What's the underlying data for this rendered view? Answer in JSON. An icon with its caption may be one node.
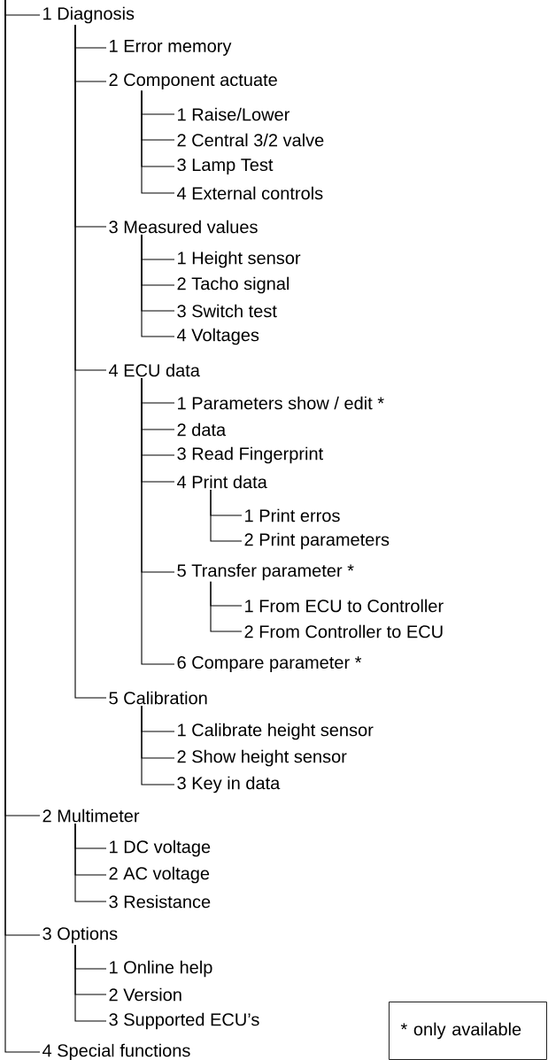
{
  "diagram": {
    "nodes": [
      {
        "text": [
          "1 Diagnosis"
        ]
      },
      {
        "text": [
          "1 Error memory"
        ]
      },
      {
        "text": [
          "2 Component actuate"
        ]
      },
      {
        "text": [
          "1 Raise/Lower"
        ]
      },
      {
        "text": [
          "2 Central 3/2 valve"
        ]
      },
      {
        "text": [
          "3 Lamp Test"
        ]
      },
      {
        "text": [
          "4 External controls"
        ]
      },
      {
        "text": [
          "3 Measured values"
        ]
      },
      {
        "text": [
          "1 Height sensor"
        ]
      },
      {
        "text": [
          "2 Tacho signal"
        ]
      },
      {
        "text": [
          "3 Switch test"
        ]
      },
      {
        "text": [
          "4 Voltages"
        ]
      },
      {
        "text": [
          "4 ECU data"
        ]
      },
      {
        "text": [
          "1 Parameters show / edit *"
        ]
      },
      {
        "text": [
          "2 data"
        ]
      },
      {
        "text": [
          "3 Read Fingerprint"
        ]
      },
      {
        "text": [
          "4 Print data"
        ]
      },
      {
        "text": [
          "1 Print erros"
        ]
      },
      {
        "text": [
          "2 Print parameters"
        ]
      },
      {
        "text": [
          "5 Transfer parameter *"
        ]
      },
      {
        "text": [
          "1 From ECU to Controller"
        ]
      },
      {
        "text": [
          "2 From Controller to ECU"
        ]
      },
      {
        "text": [
          "6 Compare parameter *"
        ]
      },
      {
        "text": [
          "5 Calibration"
        ]
      },
      {
        "text": [
          "1 Calibrate height sensor"
        ]
      },
      {
        "text": [
          "2 Show height sensor"
        ]
      },
      {
        "text": [
          "3 Key in data"
        ]
      },
      {
        "text": [
          "2 Multimeter"
        ]
      },
      {
        "text": [
          "1 DC voltage"
        ]
      },
      {
        "text": [
          "2 AC voltage"
        ]
      },
      {
        "text": [
          "3 Resistance"
        ]
      },
      {
        "text": [
          "3 Options"
        ]
      },
      {
        "text": [
          "1 Online help"
        ]
      },
      {
        "text": [
          "2 Version"
        ]
      },
      {
        "text": [
          "3 Supported ECU’s"
        ]
      },
      {
        "text": [
          "4 Special functions"
        ]
      },
      {
        "text": [
          "* only available"
        ]
      }
    ],
    "edges": [
      {
        "from": null,
        "to": 0,
        "arrow": "none"
      },
      {
        "from": 0,
        "to": 1,
        "arrow": "none"
      },
      {
        "from": 0,
        "to": 2,
        "arrow": "none"
      },
      {
        "from": 2,
        "to": 3,
        "arrow": "none"
      },
      {
        "from": 2,
        "to": 4,
        "arrow": "none"
      },
      {
        "from": 2,
        "to": 5,
        "arrow": "none"
      },
      {
        "from": 2,
        "to": 6,
        "arrow": "none"
      },
      {
        "from": 0,
        "to": 7,
        "arrow": "none"
      },
      {
        "from": 7,
        "to": 8,
        "arrow": "none"
      },
      {
        "from": 7,
        "to": 9,
        "arrow": "none"
      },
      {
        "from": 7,
        "to": 10,
        "arrow": "none"
      },
      {
        "from": 7,
        "to": 11,
        "arrow": "none"
      },
      {
        "from": 0,
        "to": 12,
        "arrow": "none"
      },
      {
        "from": 12,
        "to": 13,
        "arrow": "none"
      },
      {
        "from": 12,
        "to": 14,
        "arrow": "none"
      },
      {
        "from": 12,
        "to": 15,
        "arrow": "none"
      },
      {
        "from": 12,
        "to": 16,
        "arrow": "none"
      },
      {
        "from": 16,
        "to": 17,
        "arrow": "none"
      },
      {
        "from": 16,
        "to": 18,
        "arrow": "none"
      },
      {
        "from": 12,
        "to": 19,
        "arrow": "none"
      },
      {
        "from": 19,
        "to": 20,
        "arrow": "none"
      },
      {
        "from": 19,
        "to": 21,
        "arrow": "none"
      },
      {
        "from": 12,
        "to": 22,
        "arrow": "none"
      },
      {
        "from": 0,
        "to": 23,
        "arrow": "none"
      },
      {
        "from": 23,
        "to": 24,
        "arrow": "none"
      },
      {
        "from": 23,
        "to": 25,
        "arrow": "none"
      },
      {
        "from": 23,
        "to": 26,
        "arrow": "none"
      },
      {
        "from": null,
        "to": 27,
        "arrow": "none"
      },
      {
        "from": 27,
        "to": 28,
        "arrow": "none"
      },
      {
        "from": 27,
        "to": 29,
        "arrow": "none"
      },
      {
        "from": 27,
        "to": 30,
        "arrow": "none"
      },
      {
        "from": null,
        "to": 31,
        "arrow": "none"
      },
      {
        "from": 31,
        "to": 32,
        "arrow": "none"
      },
      {
        "from": 31,
        "to": 33,
        "arrow": "none"
      },
      {
        "from": 31,
        "to": 34,
        "arrow": "none"
      },
      {
        "from": null,
        "to": 35,
        "arrow": "none"
      }
    ]
  }
}
